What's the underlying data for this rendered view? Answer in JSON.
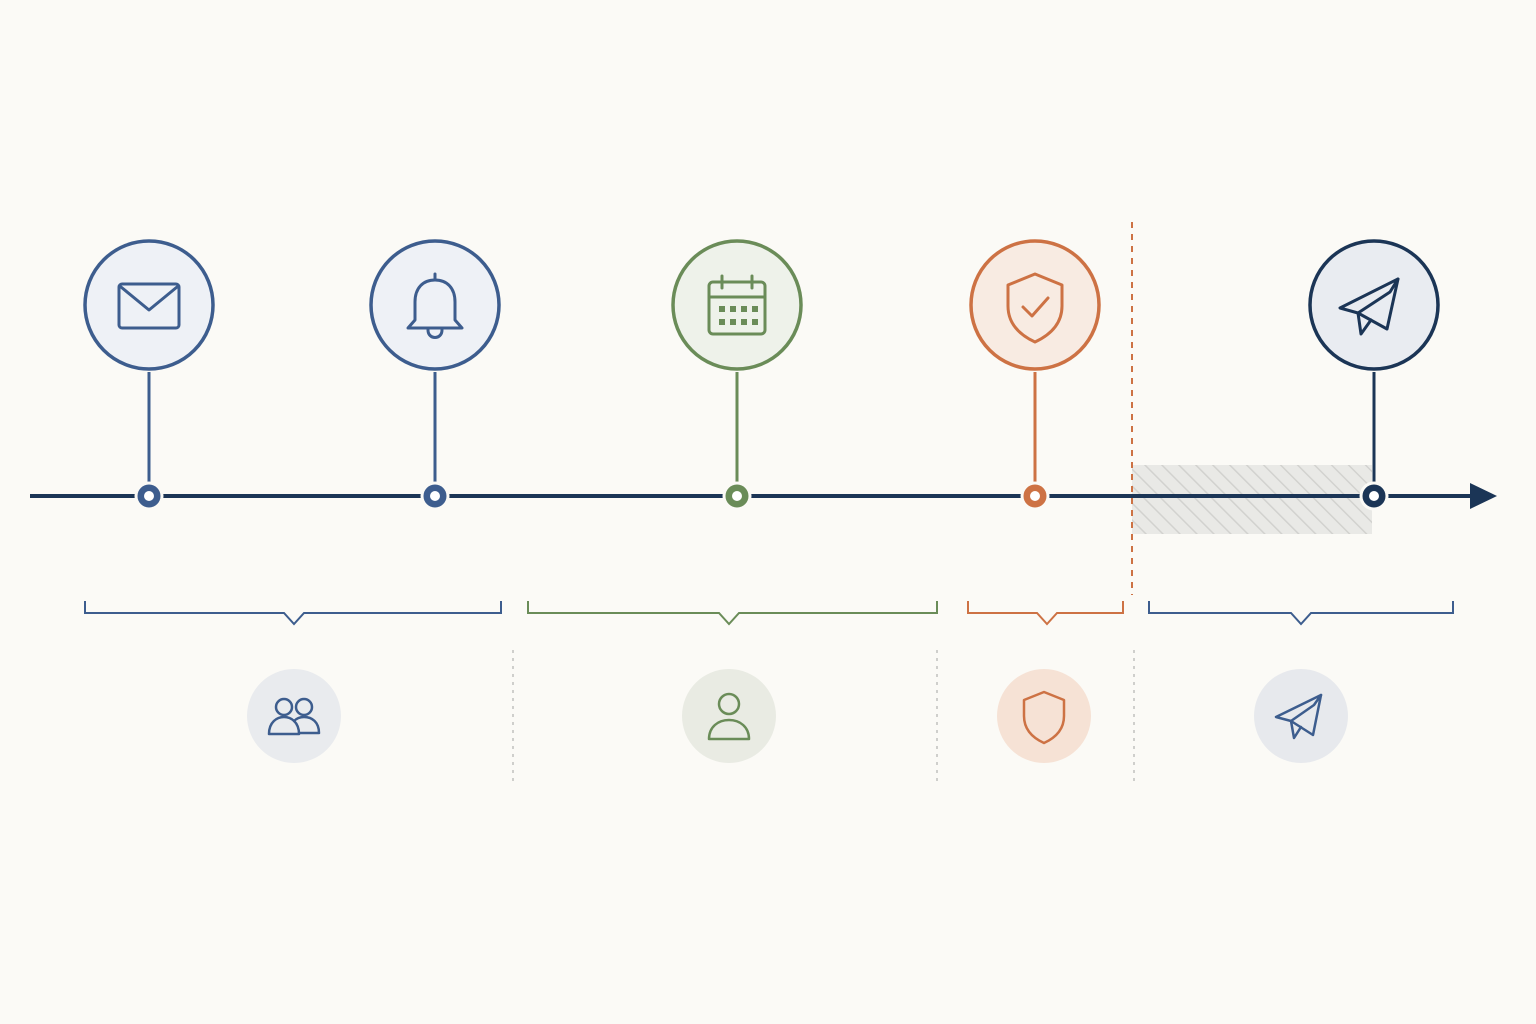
{
  "colors": {
    "background": "#fbfaf6",
    "axis": "#1b3556",
    "blue": "#3d5d8e",
    "green": "#6a8c58",
    "orange": "#cd7244",
    "navy": "#1b3556",
    "hatch": "#d9d9d6"
  },
  "milestones": [
    {
      "id": "email",
      "icon": "envelope-icon",
      "color": "blue"
    },
    {
      "id": "notification",
      "icon": "bell-icon",
      "color": "blue"
    },
    {
      "id": "schedule",
      "icon": "calendar-icon",
      "color": "green"
    },
    {
      "id": "security",
      "icon": "shield-check-icon",
      "color": "orange"
    },
    {
      "id": "send",
      "icon": "paper-plane-icon",
      "color": "navy"
    }
  ],
  "phases": [
    {
      "id": "team",
      "icon": "users-icon",
      "color": "blue"
    },
    {
      "id": "user",
      "icon": "user-icon",
      "color": "green"
    },
    {
      "id": "protection",
      "icon": "shield-icon",
      "color": "orange"
    },
    {
      "id": "delivery",
      "icon": "paper-plane-icon",
      "color": "blue"
    }
  ],
  "markers": {
    "cutoff": {
      "style": "dashed",
      "color": "orange"
    },
    "future_zone": {
      "style": "hatched"
    }
  }
}
